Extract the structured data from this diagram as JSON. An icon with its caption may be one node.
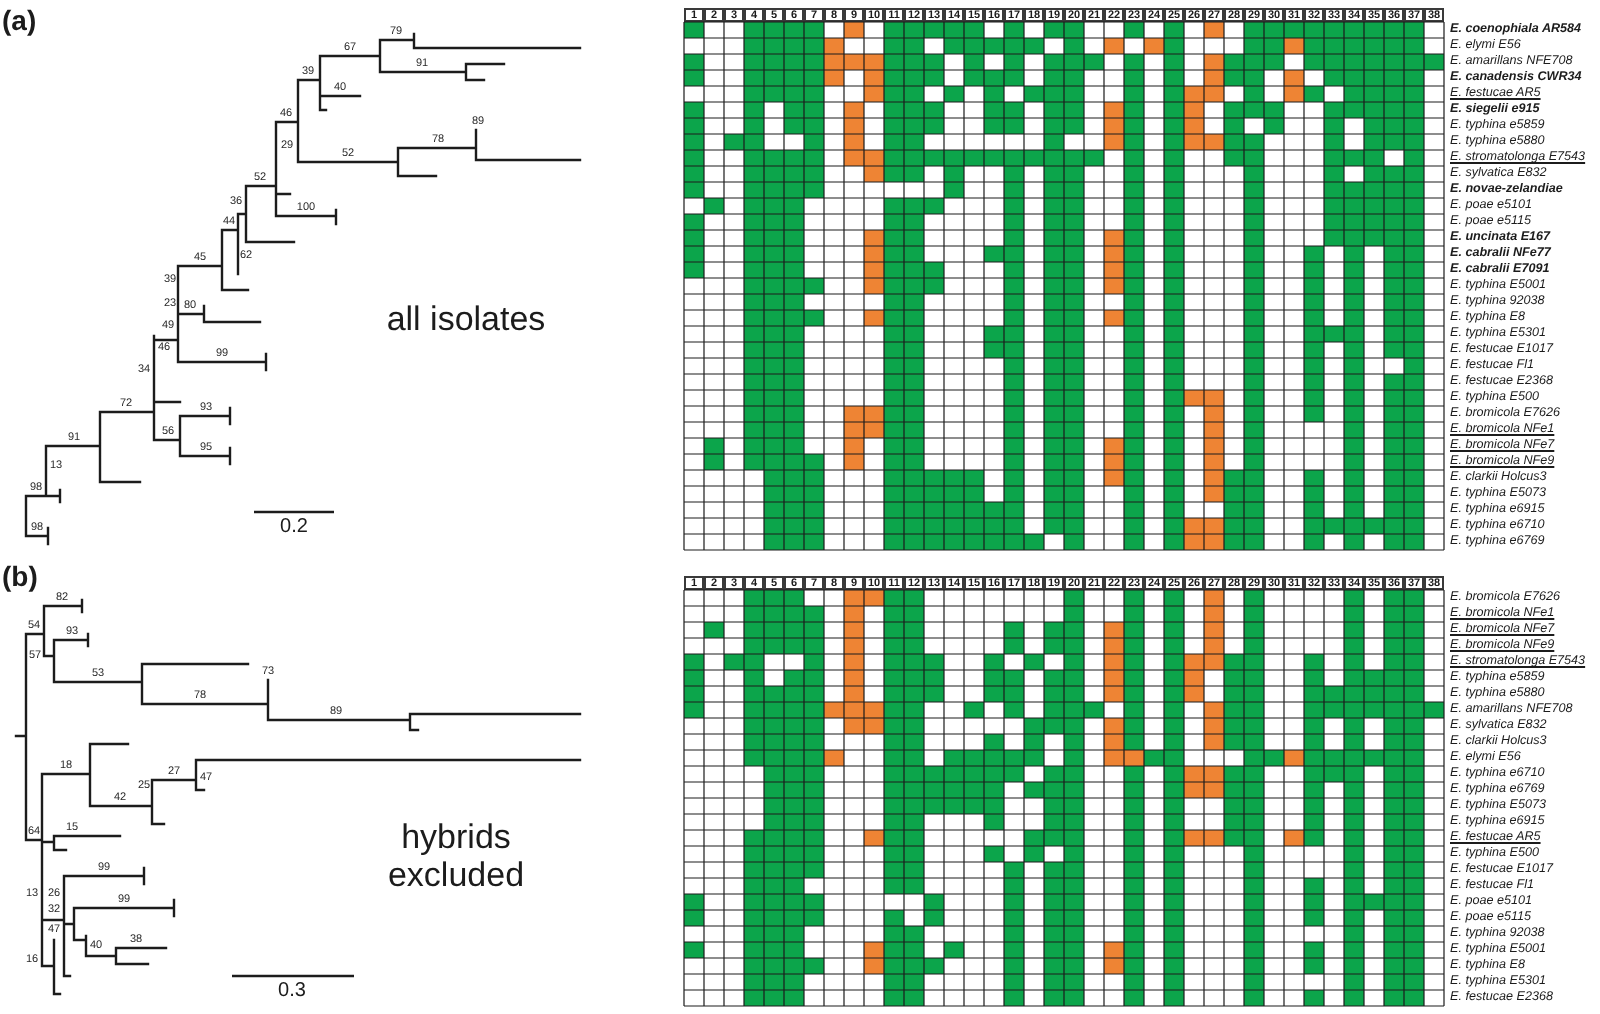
{
  "diagram": {
    "labels": [
      "(a)",
      "79",
      "67",
      "39",
      "91",
      "40",
      "46",
      "89",
      "29",
      "52",
      "78",
      "52",
      "36",
      "100",
      "44",
      "45",
      "62",
      "39",
      "23",
      "80",
      "49",
      "46",
      "99",
      "34",
      "72",
      "93",
      "91",
      "56",
      "95",
      "13",
      "98",
      "98",
      "all isolates",
      "0.2",
      "1",
      "2",
      "3",
      "4",
      "5",
      "6",
      "7",
      "8",
      "9",
      "10",
      "11",
      "12",
      "13",
      "14",
      "15",
      "16",
      "17",
      "18",
      "19",
      "20",
      "21",
      "22",
      "23",
      "24",
      "25",
      "26",
      "27",
      "28",
      "29",
      "30",
      "31",
      "32",
      "33",
      "34",
      "35",
      "36",
      "37",
      "38",
      "E. coenophiala AR584",
      "E. elymi E56",
      "E. amarillans NFE708",
      "E. canadensis CWR34",
      "E. festucae AR5",
      "E. siegelii e915",
      "E. typhina e5859",
      "E. typhina e5880",
      "E. stromatolonga E7543",
      "E. sylvatica E832",
      "E. novae-zelandiae",
      "E. poae e5101",
      "E. poae e5115",
      "E. uncinata E167",
      "E. cabralii NFe77",
      "E. cabralii E7091",
      "E. typhina E5001",
      "E. typhina 92038",
      "E. typhina E8",
      "E. typhina E5301",
      "E. festucae E1017",
      "E. festucae Fl1",
      "E. festucae E2368",
      "E. typhina E500",
      "E. bromicola E7626",
      "E. bromicola NFe1",
      "E. bromicola NFe7",
      "E. bromicola NFe9",
      "E. clarkii Holcus3",
      "E. typhina E5073",
      "E. typhina e6915",
      "E. typhina e6710",
      "E. typhina e6769",
      "(b)",
      "82",
      "54",
      "93",
      "57",
      "53",
      "73",
      "78",
      "89",
      "18",
      "27",
      "25",
      "47",
      "42",
      "64",
      "15",
      "99",
      "13",
      "26",
      "32",
      "99",
      "47",
      "40",
      "38",
      "16",
      "hybrids excluded",
      "0.3",
      "1",
      "2",
      "3",
      "4",
      "5",
      "6",
      "7",
      "8",
      "9",
      "10",
      "11",
      "12",
      "13",
      "14",
      "15",
      "16",
      "17",
      "18",
      "19",
      "20",
      "21",
      "22",
      "23",
      "24",
      "25",
      "26",
      "27",
      "28",
      "29",
      "30",
      "31",
      "32",
      "33",
      "34",
      "35",
      "36",
      "37",
      "38",
      "E. bromicola E7626",
      "E. bromicola NFe1",
      "E. bromicola NFe7",
      "E. bromicola NFe9",
      "E. stromatolonga E7543",
      "E. typhina e5859",
      "E. typhina e5880",
      "E. amarillans NFE708",
      "E. sylvatica E832",
      "E. clarkii Holcus3",
      "E. elymi E56",
      "E. typhina e6710",
      "E. typhina e6769",
      "E. typhina E5073",
      "E. typhina e6915",
      "E. festucae AR5",
      "E. typhina E500",
      "E. festucae E1017",
      "E. festucae Fl1",
      "E. poae e5101",
      "E. poae e5115",
      "E. typhina 92038",
      "E. typhina E5001",
      "E. typhina E8",
      "E. typhina E5301",
      "E. festucae E2368"
    ]
  }
}
